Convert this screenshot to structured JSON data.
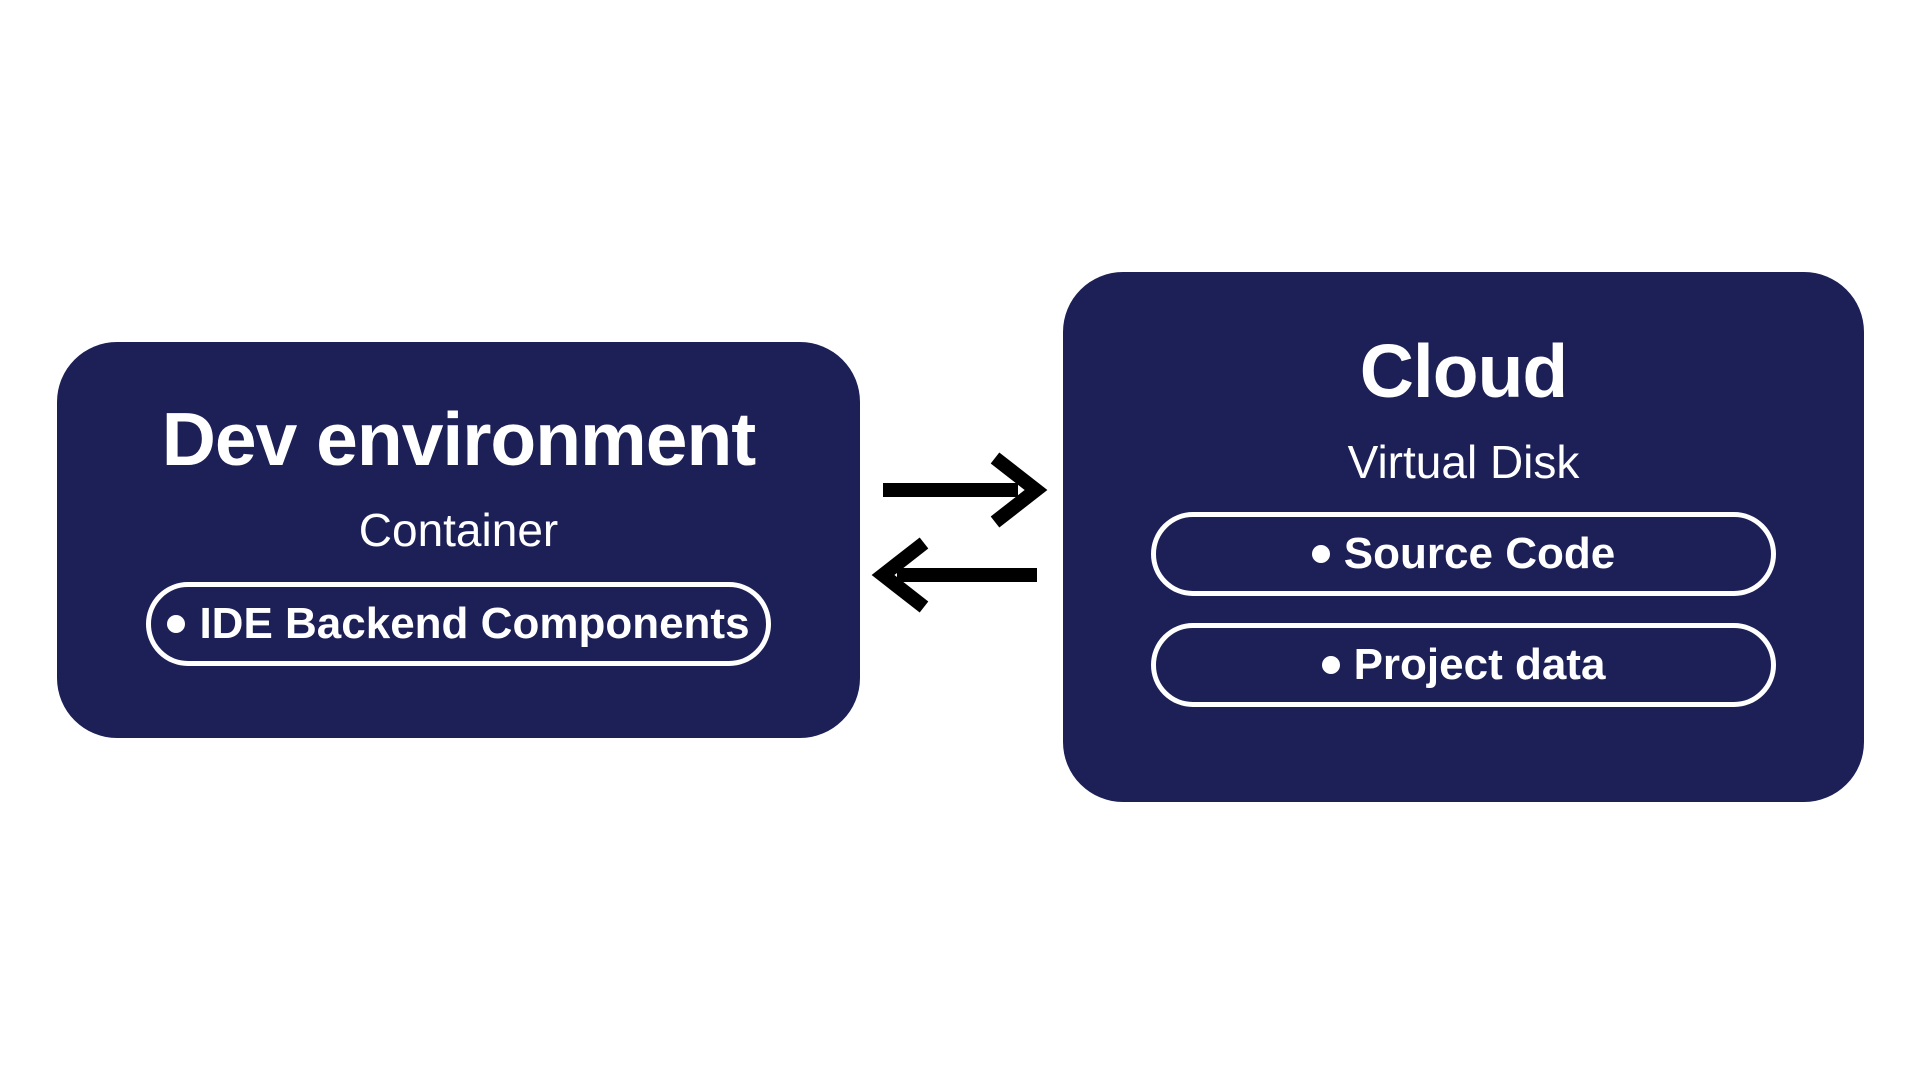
{
  "diagram": {
    "dev_box": {
      "title": "Dev environment",
      "subtitle": "Container",
      "items": [
        {
          "label": "IDE Backend Components"
        }
      ]
    },
    "cloud_box": {
      "title": "Cloud",
      "subtitle": "Virtual Disk",
      "items": [
        {
          "label": "Source Code"
        },
        {
          "label": "Project data"
        }
      ]
    },
    "arrows": [
      {
        "name": "dev-to-cloud",
        "direction": "right"
      },
      {
        "name": "cloud-to-dev",
        "direction": "left"
      }
    ],
    "colors": {
      "box_fill": "#1C2056",
      "text": "#FFFFFF",
      "arrow": "#000000",
      "background": "#FFFFFF"
    }
  }
}
